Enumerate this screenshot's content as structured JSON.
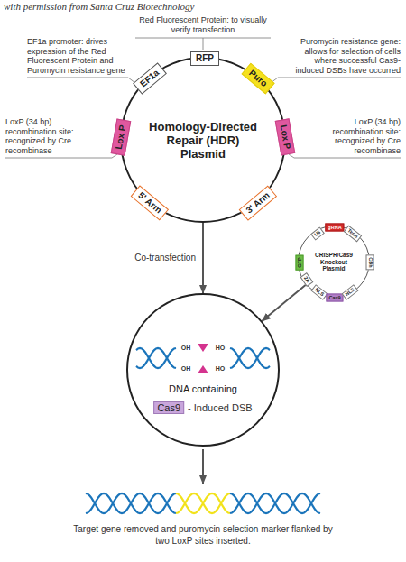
{
  "diagram": {
    "caption": "Target gene removed and puromycin selection marker flanked by two LoxP sites inserted.",
    "nodes": [
      {
        "text": [
          "Homology-Directed Repair (HDR) Plasmid"
        ]
      },
      {
        "text": [
          "RFP"
        ],
        "in": 0
      },
      {
        "text": [
          "Puro"
        ],
        "in": 0
      },
      {
        "text": [
          "Lox P"
        ],
        "in": 0
      },
      {
        "text": [
          "3' Arm"
        ],
        "in": 0
      },
      {
        "text": [
          "5' Arm"
        ],
        "in": 0
      },
      {
        "text": [
          "Lox P"
        ],
        "in": 0
      },
      {
        "text": [
          "EF1a"
        ],
        "in": 0
      },
      {
        "text": [
          "CRISPR/Cas9 Knockout Plasmid"
        ]
      },
      {
        "text": [
          "GFP"
        ],
        "in": 8
      },
      {
        "text": [
          "U6"
        ],
        "in": 8
      },
      {
        "text": [
          "gRNA"
        ],
        "in": 8
      },
      {
        "text": [
          "Term"
        ],
        "in": 8
      },
      {
        "text": [
          "CBh"
        ],
        "in": 8
      },
      {
        "text": [
          "NLS"
        ],
        "in": 8
      },
      {
        "text": [
          "Cas9"
        ],
        "in": 8
      },
      {
        "text": [
          "NLS"
        ],
        "in": 8
      },
      {
        "text": [
          "2A"
        ],
        "in": 8
      },
      {
        "text": [
          "DNA containing"
        ]
      },
      {
        "text": [
          "Cas9"
        ],
        "in": 18
      }
    ],
    "edges": [
      {
        "from": 0,
        "to": 18,
        "arrow": "to",
        "label": "Co-transfection"
      },
      {
        "from": 8,
        "to": 18,
        "arrow": "to"
      }
    ],
    "labels": [
      "with permission from Santa Cruz Biotechnology",
      "Red Fluorescent Protein: to visually verify transfection",
      "EF1a promoter: drives expression of the Red Fluorescent Protein and Puromycin resistance gene",
      "Puromycin resistance gene: allows for selection of cells where successful Cas9-induced DSBs have occurred",
      "LoxP (34 bp) recombination site: recognized by Cre recombinase",
      "LoxP (34 bp) recombination site: recognized by Cre recombinase",
      "OH",
      "HO",
      "OH",
      "HO",
      "- Induced DSB"
    ]
  }
}
